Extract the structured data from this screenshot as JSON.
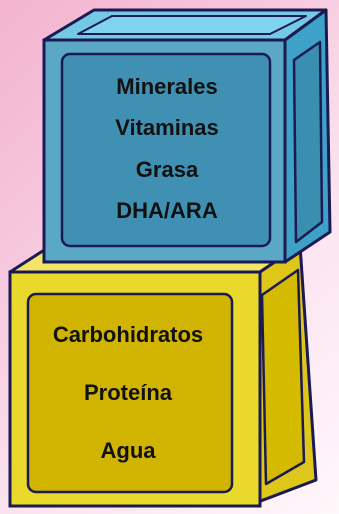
{
  "colors": {
    "top_cube_front": "#5aa7c6",
    "top_cube_panel": "#3f90b2",
    "top_cube_top": "#74c9e6",
    "top_cube_side": "#3ea1c7",
    "bottom_cube_front": "#e9d92b",
    "bottom_cube_panel": "#d0b400",
    "bottom_cube_top": "#f4e46a",
    "bottom_cube_side": "#dfc61a",
    "outline": "#1b1a52"
  },
  "top_block": {
    "items": [
      "Minerales",
      "Vitaminas",
      "Grasa",
      "DHA/ARA"
    ]
  },
  "bottom_block": {
    "items": [
      "Carbohidratos",
      "Proteína",
      "Agua"
    ]
  }
}
